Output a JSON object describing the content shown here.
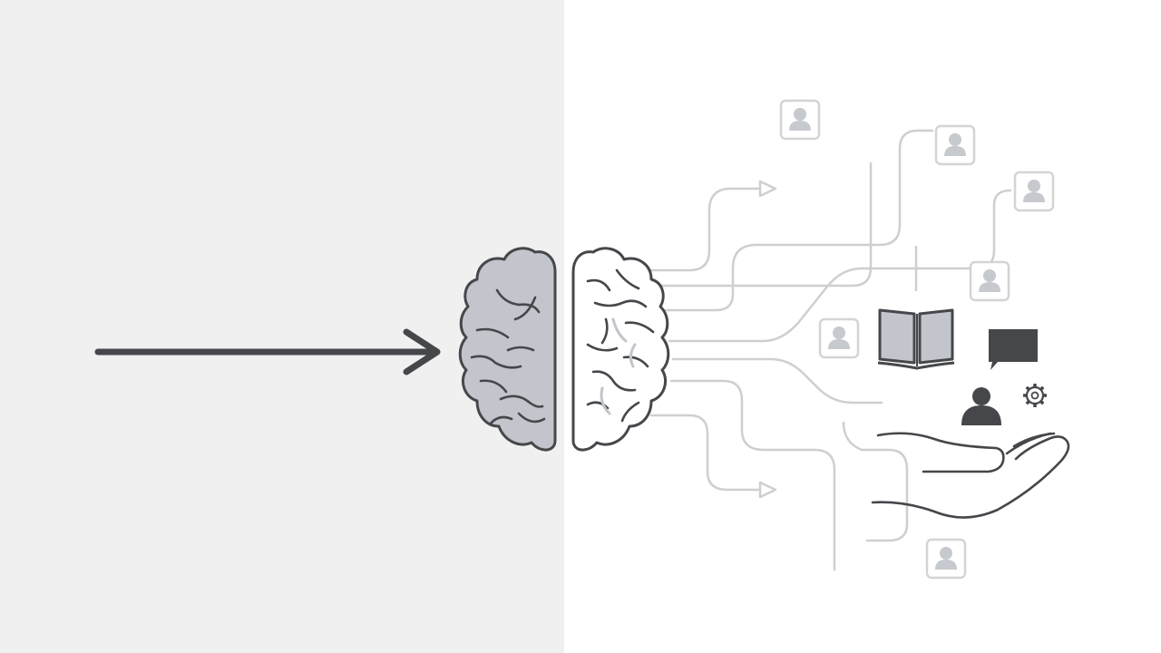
{
  "colors": {
    "left_background": "#f0f0f0",
    "right_background": "#ffffff",
    "dark": "#45474b",
    "brain_fill": "#c2c5cb",
    "connector": "#cfcfcf",
    "icon_border": "#d4d4d4",
    "icon_fill": "#c6c9ce",
    "white": "#ffffff"
  },
  "diagram": {
    "elements": [
      "input-arrow",
      "brain-left-half",
      "brain-right-half",
      "connector-lines",
      "person-icons",
      "book-icon",
      "screen-icon",
      "person-icon-dark",
      "gear-icon",
      "open-hand"
    ],
    "person_icon_count": 6
  }
}
